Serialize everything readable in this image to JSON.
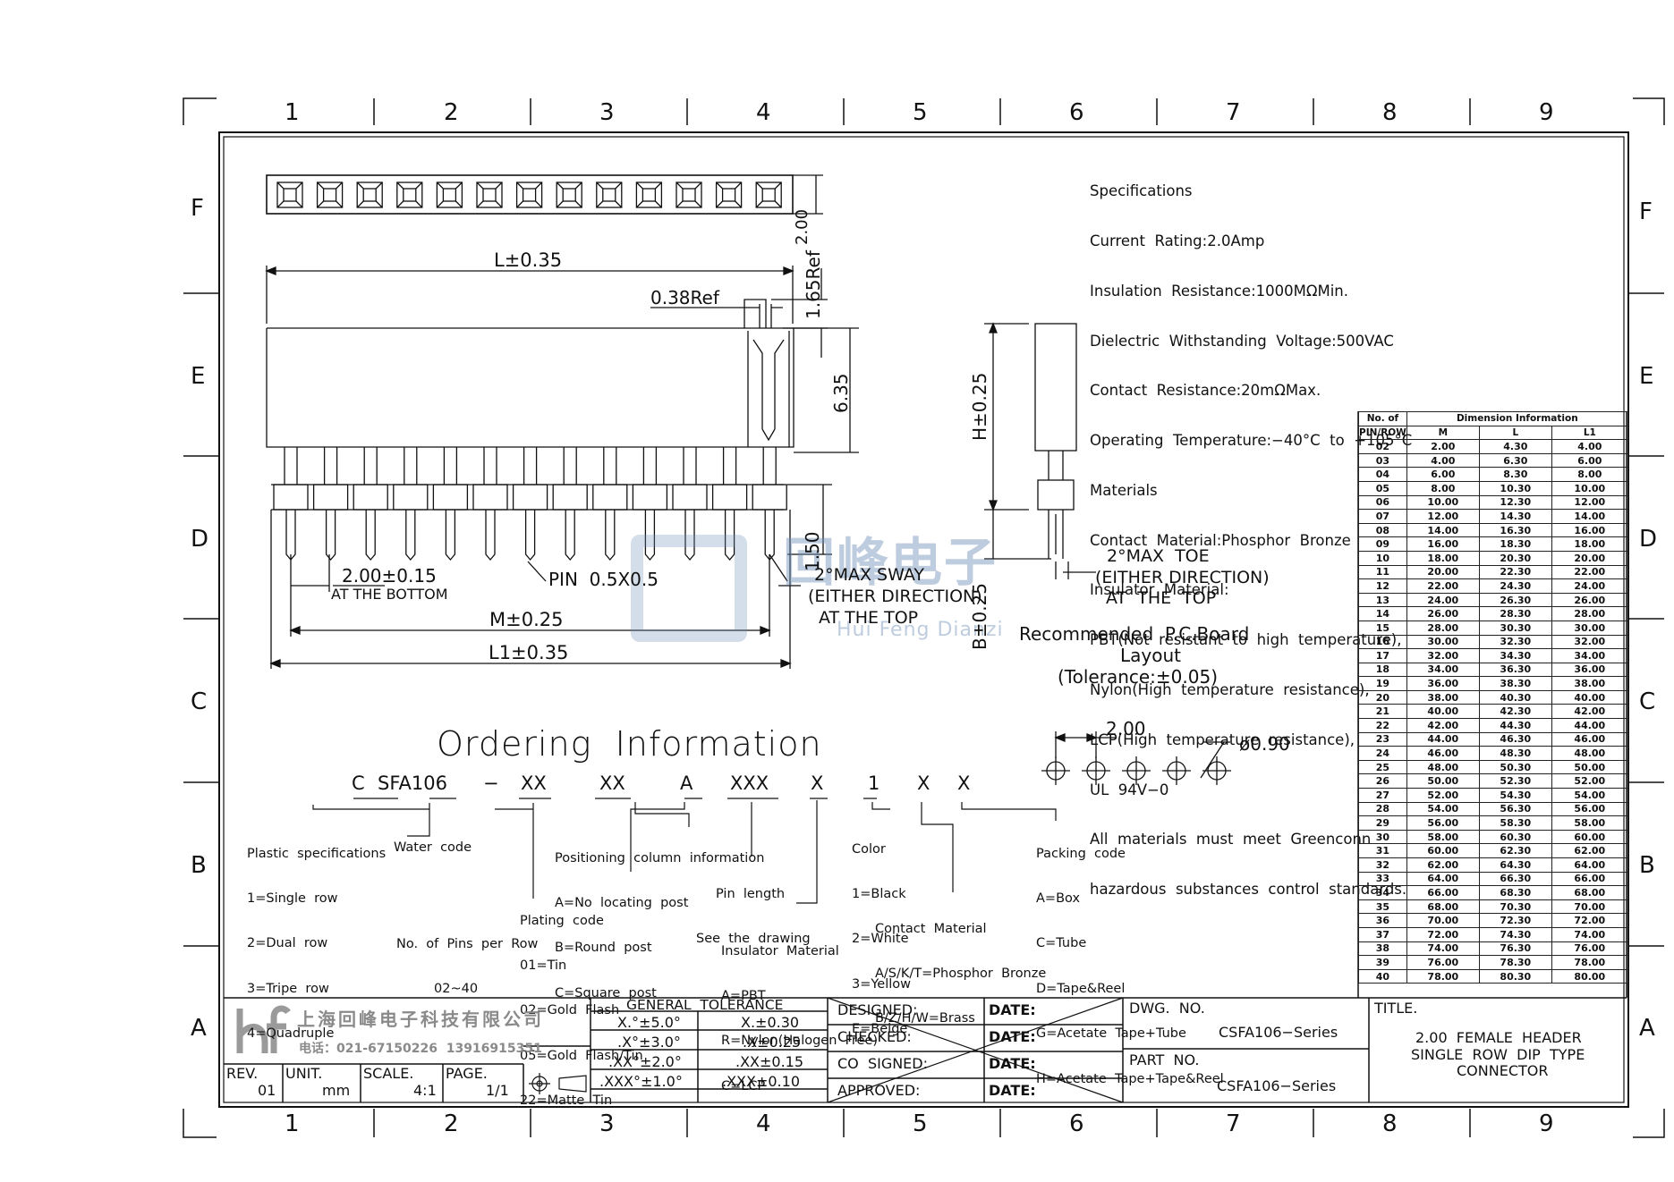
{
  "zones": {
    "columns": [
      "1",
      "2",
      "3",
      "4",
      "5",
      "6",
      "7",
      "8",
      "9"
    ],
    "rows": [
      "F",
      "E",
      "D",
      "C",
      "B",
      "A"
    ]
  },
  "front_view": {
    "height_2": "2.00",
    "length": "L±0.35",
    "ref_038": "0.38Ref",
    "ref_165": "1.65Ref",
    "height_635": "6.35",
    "pitch": "2.00±0.15",
    "pitch_note": "AT THE BOTTOM",
    "pin": "PIN  0.5X0.5",
    "m_len": "M±0.25",
    "l1_len": "L1±0.35",
    "tail": "1.50",
    "sway_1": "2°MAX SWAY",
    "sway_2": "(EITHER DIRECTION)",
    "sway_3": "AT THE TOP"
  },
  "side_view": {
    "h": "H±0.25",
    "b": "B±0.25",
    "toe_1": "2°MAX  TOE",
    "toe_2": "(EITHER DIRECTION)",
    "toe_3": "AT  THE  TOP"
  },
  "pcb": {
    "title_1": "Recommended  P.C.Board",
    "title_2": "Layout",
    "title_3": "(Tolerance:±0.05)",
    "pitch": "2.00",
    "hole": "ø0.90"
  },
  "specifications": [
    "Specifications",
    "Current  Rating:2.0Amp",
    "Insulation  Resistance:1000MΩMin.",
    "Dielectric  Withstanding  Voltage:500VAC",
    "Contact  Resistance:20mΩMax.",
    "Operating  Temperature:−40°C  to  +105°C",
    "Materials",
    "Contact  Material:Phosphor  Bronze",
    "Insulator  Material:",
    "PBT(Not  resistant  to  high  temperature),",
    "Nylon(High  temperature  resistance),",
    "LCP(High  temperature  resistance),",
    "UL  94V−0",
    "All  materials  must  meet  Greenconn",
    "hazardous  substances  control  standards."
  ],
  "dimension_table": {
    "header_pins_1": "No. of",
    "header_pins_2": "PIN/ROW",
    "header_group": "Dimension  Information",
    "columns": [
      "M",
      "L",
      "L1"
    ],
    "rows": [
      [
        "02",
        "2.00",
        "4.30",
        "4.00"
      ],
      [
        "03",
        "4.00",
        "6.30",
        "6.00"
      ],
      [
        "04",
        "6.00",
        "8.30",
        "8.00"
      ],
      [
        "05",
        "8.00",
        "10.30",
        "10.00"
      ],
      [
        "06",
        "10.00",
        "12.30",
        "12.00"
      ],
      [
        "07",
        "12.00",
        "14.30",
        "14.00"
      ],
      [
        "08",
        "14.00",
        "16.30",
        "16.00"
      ],
      [
        "09",
        "16.00",
        "18.30",
        "18.00"
      ],
      [
        "10",
        "18.00",
        "20.30",
        "20.00"
      ],
      [
        "11",
        "20.00",
        "22.30",
        "22.00"
      ],
      [
        "12",
        "22.00",
        "24.30",
        "24.00"
      ],
      [
        "13",
        "24.00",
        "26.30",
        "26.00"
      ],
      [
        "14",
        "26.00",
        "28.30",
        "28.00"
      ],
      [
        "15",
        "28.00",
        "30.30",
        "30.00"
      ],
      [
        "16",
        "30.00",
        "32.30",
        "32.00"
      ],
      [
        "17",
        "32.00",
        "34.30",
        "34.00"
      ],
      [
        "18",
        "34.00",
        "36.30",
        "36.00"
      ],
      [
        "19",
        "36.00",
        "38.30",
        "38.00"
      ],
      [
        "20",
        "38.00",
        "40.30",
        "40.00"
      ],
      [
        "21",
        "40.00",
        "42.30",
        "42.00"
      ],
      [
        "22",
        "42.00",
        "44.30",
        "44.00"
      ],
      [
        "23",
        "44.00",
        "46.30",
        "46.00"
      ],
      [
        "24",
        "46.00",
        "48.30",
        "48.00"
      ],
      [
        "25",
        "48.00",
        "50.30",
        "50.00"
      ],
      [
        "26",
        "50.00",
        "52.30",
        "52.00"
      ],
      [
        "27",
        "52.00",
        "54.30",
        "54.00"
      ],
      [
        "28",
        "54.00",
        "56.30",
        "56.00"
      ],
      [
        "29",
        "56.00",
        "58.30",
        "58.00"
      ],
      [
        "30",
        "58.00",
        "60.30",
        "60.00"
      ],
      [
        "31",
        "60.00",
        "62.30",
        "62.00"
      ],
      [
        "32",
        "62.00",
        "64.30",
        "64.00"
      ],
      [
        "33",
        "64.00",
        "66.30",
        "66.00"
      ],
      [
        "34",
        "66.00",
        "68.30",
        "68.00"
      ],
      [
        "35",
        "68.00",
        "70.30",
        "70.00"
      ],
      [
        "36",
        "70.00",
        "72.30",
        "72.00"
      ],
      [
        "37",
        "72.00",
        "74.30",
        "74.00"
      ],
      [
        "38",
        "74.00",
        "76.30",
        "76.00"
      ],
      [
        "39",
        "76.00",
        "78.30",
        "78.00"
      ],
      [
        "40",
        "78.00",
        "80.30",
        "80.00"
      ]
    ]
  },
  "ordering": {
    "title": "Ordering  Information",
    "code_parts": [
      "C",
      "SFA106",
      "−",
      "XX",
      "XX",
      "A",
      "XXX",
      "X",
      "1",
      "X",
      "X"
    ],
    "plastic": [
      "Plastic  specifications",
      "1=Single  row",
      "2=Dual  row",
      "3=Tripe  row",
      "4=Quadruple"
    ],
    "water": "Water  code",
    "pins": [
      "No.  of  Pins  per  Row",
      "02~40"
    ],
    "positioning": [
      "Positioning  column  information",
      "A=No  locating  post",
      "B=Round  post",
      "C=Square  post"
    ],
    "plating": [
      "Plating  code",
      "01=Tin",
      "02=Gold  Flash",
      "05=Gold  Flash/Tin",
      "22=Matte  Tin"
    ],
    "pin_length": [
      "Pin  length",
      "See  the  drawing"
    ],
    "insulator": [
      "Insulator  Material",
      "A=PBT",
      "R=Nylon(Halogen  Free)",
      "C=LCP"
    ],
    "color": [
      "Color",
      "1=Black",
      "2=White",
      "3=Yellow",
      "E=Beige"
    ],
    "contact": [
      "Contact  Material",
      "A/S/K/T=Phosphor  Bronze",
      "B/Z/H/W=Brass"
    ],
    "packing": [
      "Packing  code",
      "A=Box",
      "C=Tube",
      "D=Tape&Reel",
      "G=Acetate  Tape+Tube",
      "H=Acetate  Tape+Tape&Reel"
    ]
  },
  "watermark": {
    "cn": "回峰电子",
    "en": "Hui Feng Dianzi"
  },
  "title_block": {
    "company": "上海回峰电子科技有限公司",
    "phone": "电话：021-67150226  13916915351",
    "rev_label": "REV.",
    "rev": "01",
    "unit_label": "UNIT.",
    "unit": "mm",
    "scale_label": "SCALE.",
    "scale": "4:1",
    "page_label": "PAGE.",
    "page": "1/1",
    "tolerance_title": "GENERAL  TOLERANCE",
    "tolerance": [
      [
        "X.°±5.0°",
        "X.±0.30"
      ],
      [
        ".X°±3.0°",
        ".X±0.25"
      ],
      [
        ".XX°±2.0°",
        ".XX±0.15"
      ],
      [
        ".XXX°±1.0°",
        ".XXX±0.10"
      ]
    ],
    "approvals": [
      "DESIGNED:",
      "CHECKED:",
      "CO  SIGNED:",
      "APPROVED:"
    ],
    "date_label": "DATE:",
    "dwg_label": "DWG.  NO.",
    "dwg_no": "CSFA106−Series",
    "part_label": "PART  NO.",
    "part_no": "CSFA106−Series",
    "title_label": "TITLE.",
    "title_1": "2.00  FEMALE  HEADER",
    "title_2": "SINGLE  ROW  DIP  TYPE",
    "title_3": "CONNECTOR"
  }
}
